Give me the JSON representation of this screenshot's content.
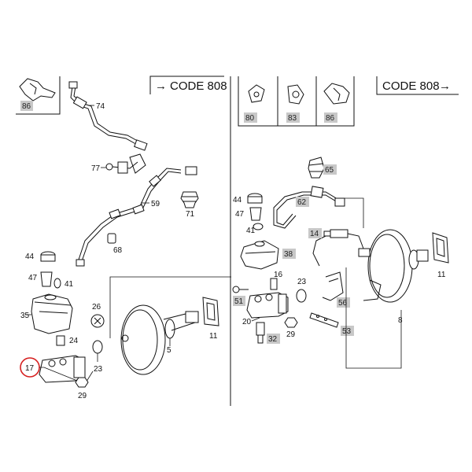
{
  "code_left": {
    "arrow": "→",
    "text": "CODE 808"
  },
  "code_right": {
    "text": "CODE 808",
    "arrow": "→"
  },
  "callouts": {
    "n86a": "86",
    "n74": "74",
    "n77": "77",
    "n59": "59",
    "n71": "71",
    "n68": "68",
    "n44a": "44",
    "n47a": "47",
    "n41a": "41",
    "n35": "35",
    "n26": "26",
    "n24": "24",
    "n17": "17",
    "n23a": "23",
    "n29a": "29",
    "n5": "5",
    "n11a": "11",
    "n80": "80",
    "n83": "83",
    "n86b": "86",
    "n65": "65",
    "n62": "62",
    "n44b": "44",
    "n47b": "47",
    "n41b": "41",
    "n14": "14",
    "n38": "38",
    "n16": "16",
    "n51": "51",
    "n23b": "23",
    "n20": "20",
    "n32": "32",
    "n29b": "29",
    "n56": "56",
    "n53": "53",
    "n8": "8",
    "n11b": "11"
  },
  "highlight_color": "#c8c8c8",
  "circle_color": "#d62020"
}
